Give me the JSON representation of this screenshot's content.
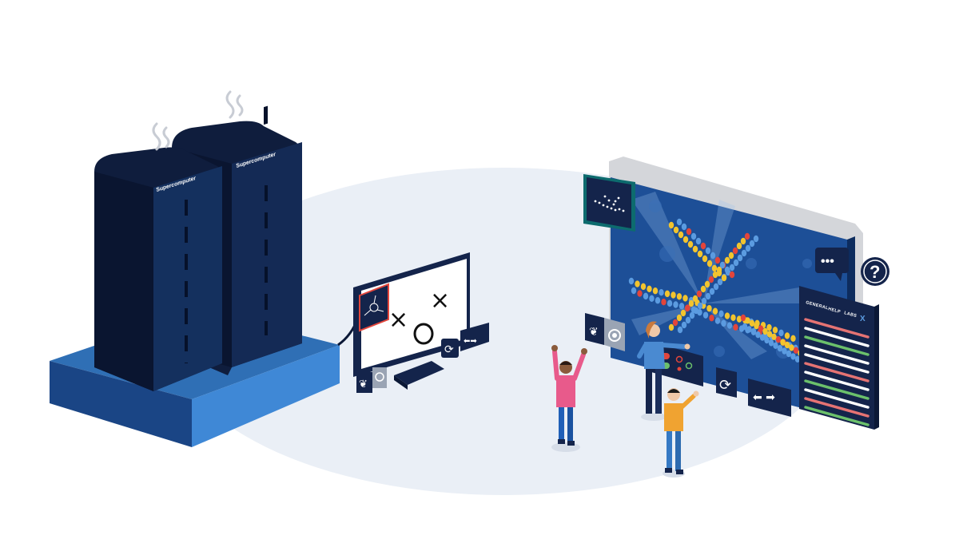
{
  "colors": {
    "navy": "#14244b",
    "navy_dark": "#0b1836",
    "blue_platform": "#2f6fb5",
    "blue_platform_side": "#1e4d8c",
    "floor": "#eaeff6",
    "screen_blue": "#1d4f97",
    "dot_yellow": "#f2c42e",
    "dot_blue": "#5b9be0",
    "dot_red": "#e2453b",
    "list_red": "#e57373",
    "list_green": "#6bc06b",
    "pink_shirt": "#e85a8b",
    "orange_shirt": "#f0a331",
    "blue_shirt": "#4a8ad1"
  },
  "supercomputer": {
    "tower_left_label": "Supercomputer",
    "tower_right_label": "Supercomputer"
  },
  "small_display": {
    "board_marks": [
      "×",
      "×"
    ],
    "board_circle": "O",
    "buttons": [
      "refresh-icon",
      "arrows-icon",
      "leaf-icon",
      "target-icon"
    ]
  },
  "big_display": {
    "menu": {
      "tabs": [
        "GENERAL",
        "HELP",
        "LABS"
      ],
      "close_label": "X"
    },
    "help_bubble": "?",
    "chat_bubble": "•••",
    "buttons": [
      "leaf-icon",
      "target-icon",
      "toggle-controls",
      "refresh-icon",
      "arrows-icon"
    ]
  },
  "people": [
    "person-pink-shirt",
    "person-blue-shirt",
    "person-orange-shirt"
  ]
}
